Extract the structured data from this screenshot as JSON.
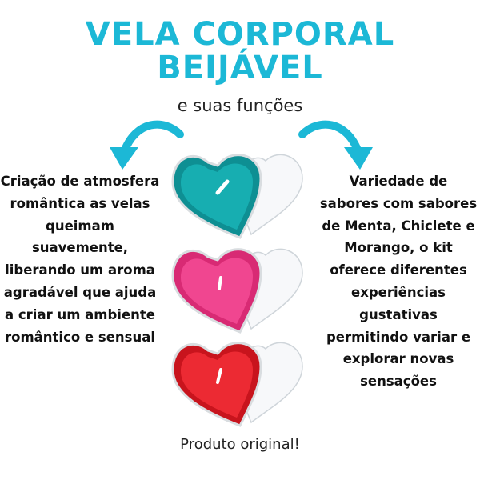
{
  "title_line1": "VELA CORPORAL",
  "title_line2": "BEIJÁVEL",
  "subtitle": "e suas funções",
  "left_text": "Criação de atmosfera romântica as velas queimam suavemente, liberando um aroma agradável que ajuda a criar um ambiente romântico e sensual",
  "right_text": "Variedade de sabores com sabores de Menta, Chiclete e Morango, o kit oferece diferentes experiências gustativas permitindo variar e explorar novas sensações",
  "footer": "Produto original!",
  "colors": {
    "title": "#1cb8d6",
    "candle_teal": "#13a3a6",
    "candle_pink": "#ee3b86",
    "candle_red": "#e8202a"
  },
  "icons": [
    "left-curved-arrow-icon",
    "right-curved-arrow-icon"
  ]
}
